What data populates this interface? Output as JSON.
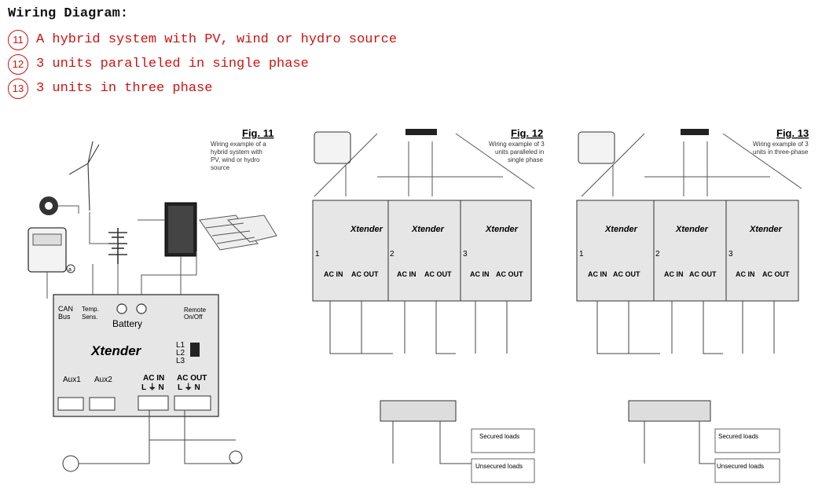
{
  "header": {
    "title": "Wiring Diagram:",
    "items": [
      {
        "num": "11",
        "text": "A hybrid system with PV, wind or hydro source"
      },
      {
        "num": "12",
        "text": "3 units paralleled in single phase"
      },
      {
        "num": "13",
        "text": "3 units in three phase"
      }
    ]
  },
  "fig11": {
    "title": "Fig. 11",
    "caption": [
      "Wiring example of a",
      "hybrid system with",
      "PV, wind or hydro",
      "source"
    ],
    "brand": "Xtender",
    "can_bus": [
      "CAN",
      "Bus"
    ],
    "temp_sens": [
      "Temp.",
      "Sens."
    ],
    "battery": "Battery",
    "remote": [
      "Remote",
      "On/Off"
    ],
    "aux1": "Aux1",
    "aux2": "Aux2",
    "ac_in": "AC IN",
    "ac_out": "AC OUT",
    "ln": "L ⏚ N",
    "phases": [
      "L1",
      "L2",
      "L3"
    ]
  },
  "fig12": {
    "title": "Fig. 12",
    "caption": [
      "Wiring example of 3",
      "units paralleled in",
      "single phase"
    ],
    "secured": "Secured loads",
    "unsecured": "Unsecured loads"
  },
  "fig13": {
    "title": "Fig. 13",
    "caption": [
      "Wiring example of 3",
      "units in three-phase"
    ],
    "secured": "Secured loads",
    "unsecured": "Unsecured loads"
  },
  "unit_labels": {
    "can_bus": [
      "CAN",
      "Bus"
    ],
    "temp": [
      "Temp.",
      "Sens."
    ],
    "battery": "Battery",
    "remote": [
      "Remote",
      "On/Off"
    ],
    "brand": "Xtender",
    "ac_in": "AC IN",
    "ac_out": "AC OUT",
    "ln": "L ⏚ N",
    "phases": [
      "L1",
      "L2",
      "L3"
    ],
    "indices": [
      "1",
      "2",
      "3"
    ]
  }
}
